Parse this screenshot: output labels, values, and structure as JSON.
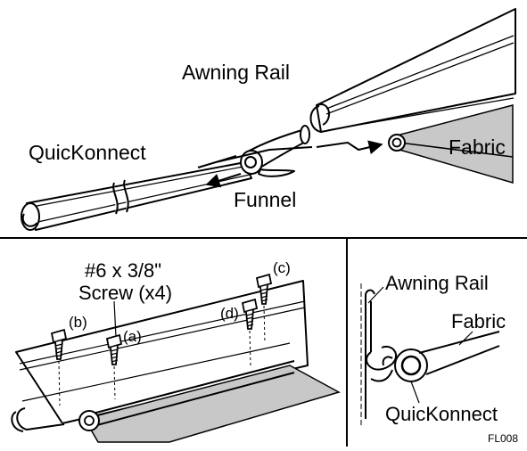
{
  "top_panel": {
    "awning_rail_label": "Awning Rail",
    "quickonnect_label": "QuicKonnect",
    "funnel_label": "Funnel",
    "fabric_label": "Fabric"
  },
  "bottom_left_panel": {
    "screw_spec_line1": "#6 x 3/8\"",
    "screw_spec_line2": "Screw (x4)",
    "screw_a": "(a)",
    "screw_b": "(b)",
    "screw_c": "(c)",
    "screw_d": "(d)"
  },
  "bottom_right_panel": {
    "awning_rail_label": "Awning Rail",
    "fabric_label": "Fabric",
    "quickonnect_label": "QuicKonnect"
  },
  "figure_code": "FL008",
  "colors": {
    "line": "#000000",
    "fabric_fill": "#c8c8c8",
    "background": "#ffffff"
  }
}
